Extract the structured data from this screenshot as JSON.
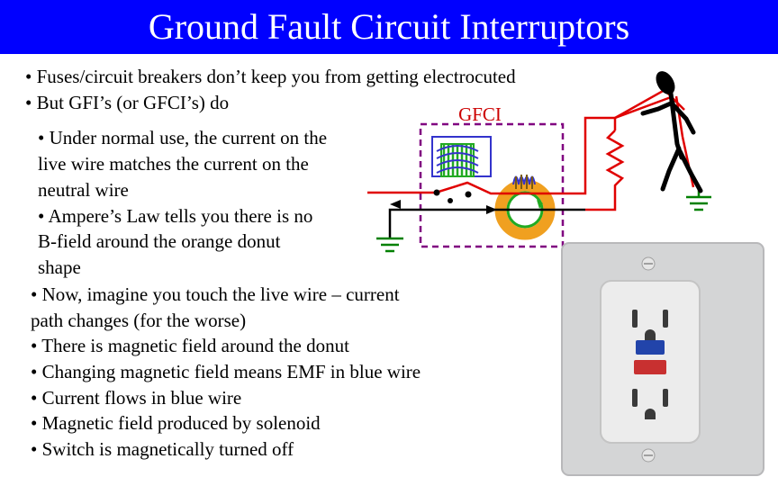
{
  "title": "Ground Fault Circuit Interruptors",
  "bullets_top": [
    "• Fuses/circuit breakers don’t keep you from getting electrocuted",
    "• But GFI’s (or GFCI’s) do"
  ],
  "bullets_mid": [
    "• Under normal use, the current on the",
    "live wire matches the current on the",
    "neutral wire",
    "• Ampere’s Law tells you there is no",
    "B-field around the orange donut",
    "shape"
  ],
  "bullets_bottom": [
    "• Now, imagine you touch the live wire – current",
    "path changes (for the worse)",
    "• There is magnetic field around the donut",
    "• Changing magnetic field means EMF in blue wire",
    "• Current flows in blue wire",
    "• Magnetic field produced by solenoid",
    "• Switch is magnetically turned off"
  ],
  "diagram": {
    "gfci_label": "GFCI",
    "colors": {
      "title_bg": "#0000ff",
      "live_wire": "#e00000",
      "neutral_wire": "#000000",
      "donut": "#f0a020",
      "field_loop": "#22aa22",
      "sense_wire": "#3333cc",
      "solenoid": "#22aa22",
      "gfci_box": "#800080"
    }
  }
}
